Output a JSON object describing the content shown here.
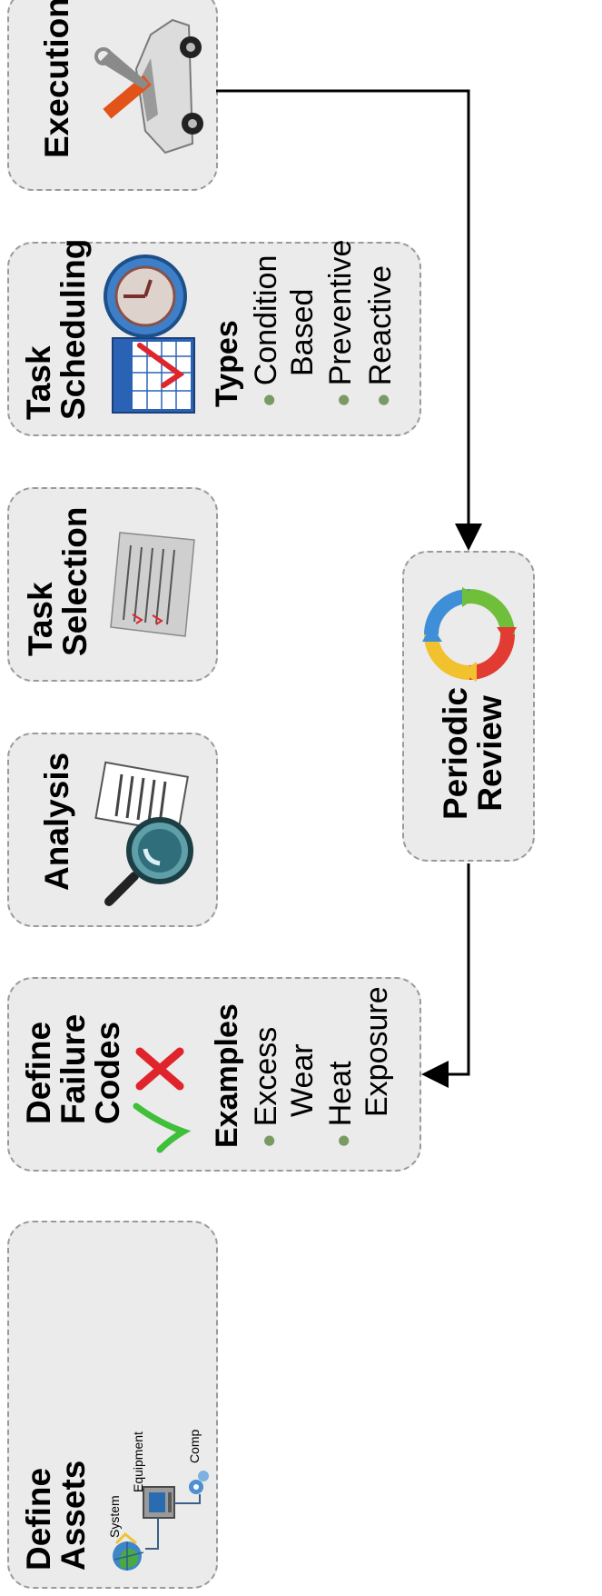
{
  "steps": [
    {
      "title_lines": [
        "Define",
        "Assets"
      ],
      "asset_labels": {
        "system": "System",
        "equipment": "Equipment",
        "comp": "Comp"
      }
    },
    {
      "title_lines": [
        "Define",
        "Failure",
        "Codes"
      ],
      "list_title": "Examples",
      "items": [
        [
          "Excess",
          "Wear"
        ],
        [
          "Heat",
          "Exposure"
        ]
      ]
    },
    {
      "title_lines": [
        "Analysis"
      ]
    },
    {
      "title_lines": [
        "Task",
        "Selection"
      ]
    },
    {
      "title_lines": [
        "Task",
        "Scheduling"
      ],
      "list_title": "Types",
      "items": [
        [
          "Condition",
          "Based"
        ],
        [
          "Preventive"
        ],
        [
          "Reactive"
        ]
      ]
    },
    {
      "title_lines": [
        "Execution"
      ]
    }
  ],
  "review": {
    "title_lines": [
      "Periodic",
      "Review"
    ]
  },
  "colors": {
    "box_fill": "#ebebeb",
    "box_border": "#9a9a9a",
    "arrow": "#4e5b70",
    "bullet": "#7a9a64",
    "cycle": [
      "#3f8fd8",
      "#6fbf3a",
      "#e23b32",
      "#f2c12e"
    ]
  },
  "icons": [
    "network-globe-icon",
    "monitor-icon",
    "gears-icon",
    "check-cross-icon",
    "magnifier-document-icon",
    "checklist-icon",
    "calendar-clock-icon",
    "car-wrench-icon",
    "cycle-arrows-icon"
  ]
}
